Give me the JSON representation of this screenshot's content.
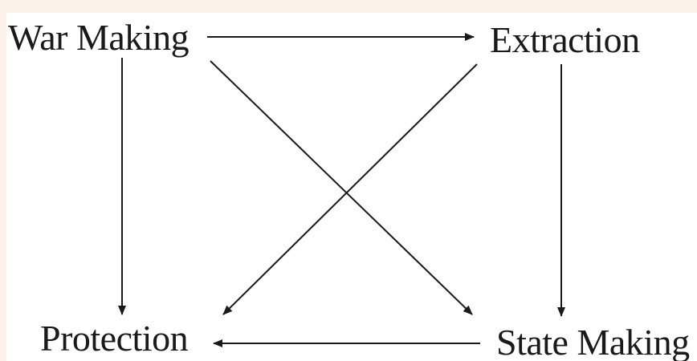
{
  "diagram": {
    "nodes": {
      "war_making": "War Making",
      "extraction": "Extraction",
      "protection": "Protection",
      "state_making": "State Making"
    },
    "edges": [
      {
        "from": "War Making",
        "to": "Extraction"
      },
      {
        "from": "War Making",
        "to": "Protection"
      },
      {
        "from": "War Making",
        "to": "State Making"
      },
      {
        "from": "Extraction",
        "to": "Protection"
      },
      {
        "from": "Extraction",
        "to": "State Making"
      },
      {
        "from": "State Making",
        "to": "Protection"
      }
    ],
    "colors": {
      "background": "#ffffff",
      "edge_band": "#fbf3ea",
      "text": "#1a1a1a",
      "arrow": "#1a1a1a"
    }
  }
}
